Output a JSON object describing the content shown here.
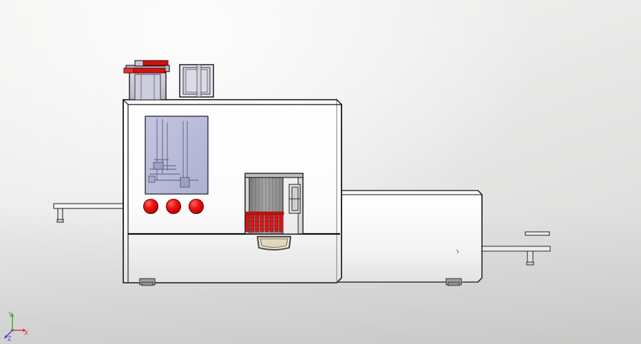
{
  "app": {
    "view_type": "cad-3d-viewport",
    "background_top": "#f3f3f1",
    "background_bottom": "#d6d6d5"
  },
  "axis_triad": {
    "name": "origin-axis-triad",
    "axes": [
      {
        "label": "Y",
        "color": "#00a000",
        "direction": "up"
      },
      {
        "label": "X",
        "color": "#e00000",
        "direction": "right"
      },
      {
        "label": "Z",
        "color": "#0000e0",
        "direction": "down-left"
      }
    ]
  },
  "model": {
    "title": "machine-assembly",
    "outline_color": "#1a1a1a",
    "body_fill": "#fdfdfd",
    "shadow_color": "#a8a8a8",
    "components": [
      {
        "id": "main-cabinet",
        "label": "main-cabinet-body",
        "fill": "#fefefe",
        "stroke": "#111111"
      },
      {
        "id": "lower-right-extension",
        "label": "right-extension-body",
        "fill": "#fefefe",
        "stroke": "#111111"
      },
      {
        "id": "control-panel-screen",
        "label": "control-panel-display",
        "fill": "#b9bcda",
        "stroke": "#3c3c4a"
      },
      {
        "id": "indicator-button-1",
        "label": "red-indicator-button",
        "fill": "#ee1111",
        "stroke": "#7a0000"
      },
      {
        "id": "indicator-button-2",
        "label": "red-indicator-button",
        "fill": "#ee1111",
        "stroke": "#7a0000"
      },
      {
        "id": "indicator-button-3",
        "label": "red-indicator-button",
        "fill": "#ee1111",
        "stroke": "#7a0000"
      },
      {
        "id": "center-module",
        "label": "center-gray-module",
        "fill": "#8e8e8e",
        "stroke": "#222222"
      },
      {
        "id": "red-coil-array",
        "label": "red-spring-array",
        "fill": "#e01010",
        "stroke": "#800000",
        "count": 12
      },
      {
        "id": "handle",
        "label": "front-handle",
        "fill": "#d8c9a8",
        "stroke": "#4a4436"
      },
      {
        "id": "top-left-box",
        "label": "top-left-enclosure",
        "fill": "#c4c4d4",
        "stroke": "#1d1d1d"
      },
      {
        "id": "top-left-red-bar",
        "label": "top-red-clamp-bar",
        "fill": "#cc1111",
        "stroke": "#6a0000"
      },
      {
        "id": "top-right-box",
        "label": "top-right-enclosure",
        "fill": "#d2d2dd",
        "stroke": "#1d1d1d"
      },
      {
        "id": "left-arm",
        "label": "left-support-arm",
        "fill": "#f0f0f0",
        "stroke": "#111111"
      },
      {
        "id": "right-arm",
        "label": "right-support-arm",
        "fill": "#f0f0f0",
        "stroke": "#111111"
      },
      {
        "id": "foot-left",
        "label": "base-foot",
        "fill": "#9a9a9a",
        "stroke": "#222222"
      },
      {
        "id": "foot-right",
        "label": "base-foot",
        "fill": "#9a9a9a",
        "stroke": "#222222"
      }
    ]
  }
}
